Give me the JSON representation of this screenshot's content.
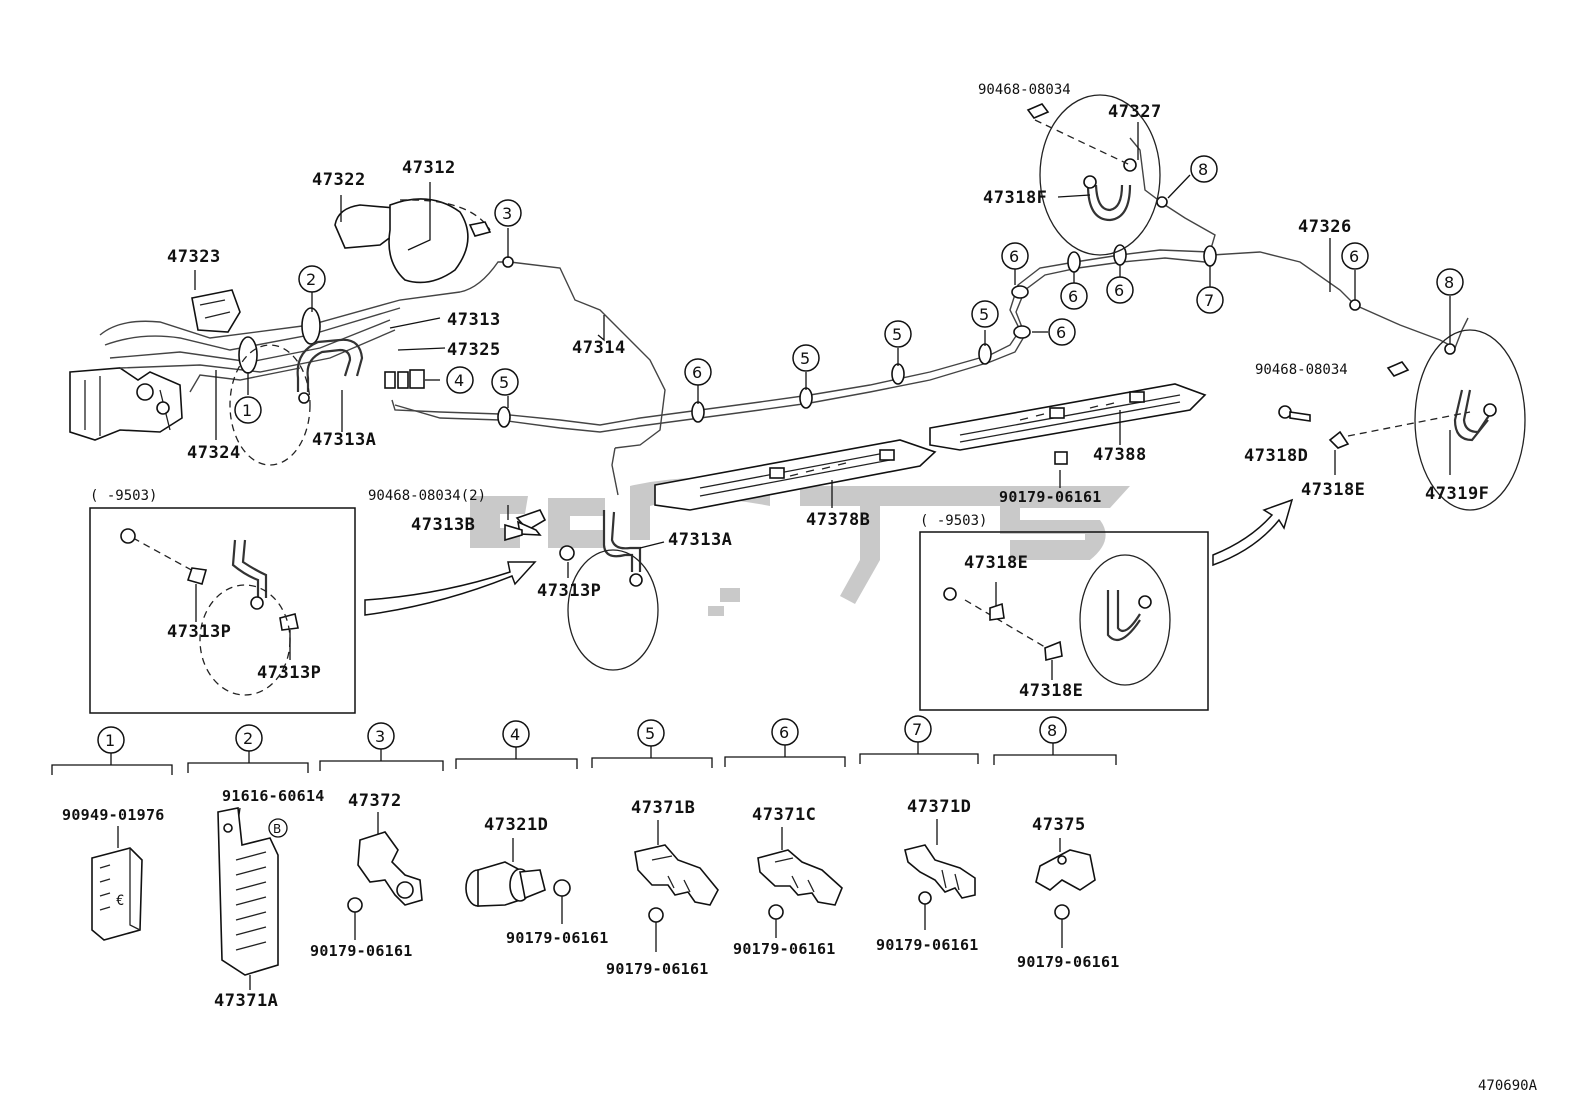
{
  "diagram_id": "470690A",
  "labels": {
    "p47322": "47322",
    "p47312": "47312",
    "p47323": "47323",
    "p47313": "47313",
    "p47325": "47325",
    "p47314": "47314",
    "p47324": "47324",
    "p47313A_top": "47313A",
    "p90468_top": "90468-08034",
    "p47327": "47327",
    "p47318F": "47318F",
    "p47326": "47326",
    "p90468_right": "90468-08034",
    "p47318D": "47318D",
    "p47318E_right": "47318E",
    "p47319F": "47319F",
    "p47388": "47388",
    "p90179_mid": "90179-06161",
    "p47378B": "47378B",
    "p90468_mid": "90468-08034(2)",
    "p47313B": "47313B",
    "p47313A_mid": "47313A",
    "p47313P_mid": "47313P"
  },
  "inset_left": {
    "range": "(      -9503)",
    "label1": "47313P",
    "label2": "47313P"
  },
  "inset_right": {
    "range": "(      -9503)",
    "label1": "47318E",
    "label2": "47318E"
  },
  "callouts": [
    "1",
    "2",
    "3",
    "4",
    "5",
    "6",
    "7",
    "8"
  ],
  "callout_b": "B",
  "clamps": {
    "c1": {
      "part": "90949-01976"
    },
    "c2": {
      "part": "47371A",
      "part2": "91616-60614"
    },
    "c3": {
      "part": "47372",
      "bolt": "90179-06161"
    },
    "c4": {
      "part": "47321D",
      "bolt": "90179-06161"
    },
    "c5": {
      "part": "47371B",
      "bolt": "90179-06161"
    },
    "c6": {
      "part": "47371C",
      "bolt": "90179-06161"
    },
    "c7": {
      "part": "47371D",
      "bolt": "90179-06161"
    },
    "c8": {
      "part": "47375",
      "bolt": "90179-06161"
    }
  }
}
